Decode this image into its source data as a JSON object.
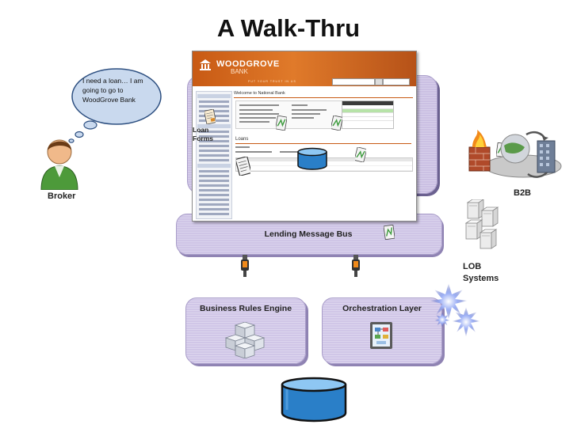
{
  "title": "A Walk-Thru",
  "broker": {
    "speech": "I need a loan… I am going to go to WoodGrove Bank",
    "label": "Broker"
  },
  "screenshot": {
    "brand": "WOODGROVE",
    "brand_sub": "BANK",
    "tagline": "PUT YOUR TRUST IN US",
    "welcome": "Welcome to National Bank",
    "loans_heading": "Loans"
  },
  "labels": {
    "loan_forms": "Loan Forms",
    "b2b": "B2B",
    "lob_systems": "LOB Systems"
  },
  "components": {
    "bus": "Lending Message Bus",
    "rules": "Business Rules Engine",
    "orchestration": "Orchestration Layer"
  },
  "colors": {
    "panel_fill": "#cfc5e6",
    "panel_border": "#a99dc9",
    "bank_orange": "#d36b1d",
    "database_blue": "#2a7fc8"
  }
}
